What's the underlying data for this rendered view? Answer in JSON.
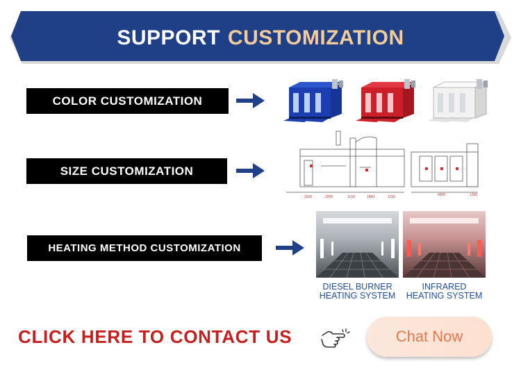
{
  "banner": {
    "title_part1": "SUPPORT",
    "title_part2": "CUSTOMIZATION"
  },
  "rows": [
    {
      "label": "COLOR CUSTOMIZATION"
    },
    {
      "label": "SIZE CUSTOMIZATION"
    },
    {
      "label": "HEATING METHOD CUSTOMIZATION"
    }
  ],
  "color_samples": [
    "#1b3fb0",
    "#cc1f2a",
    "#f2f2f2"
  ],
  "heating": [
    {
      "caption_line1": "DIESEL BURNER",
      "caption_line2": "HEATING SYSTEM"
    },
    {
      "caption_line1": "INFRARED",
      "caption_line2": "HEATING SYSTEM"
    }
  ],
  "contact": {
    "cta": "CLICK HERE TO CONTACT US",
    "icon": "pointing-hand-icon",
    "chat_button": "Chat Now"
  },
  "colors": {
    "banner_blue": "#1f3f86",
    "banner_accent": "#f2cc9a",
    "cta_red": "#c71e1e",
    "caption_blue": "#1f4d9a"
  }
}
